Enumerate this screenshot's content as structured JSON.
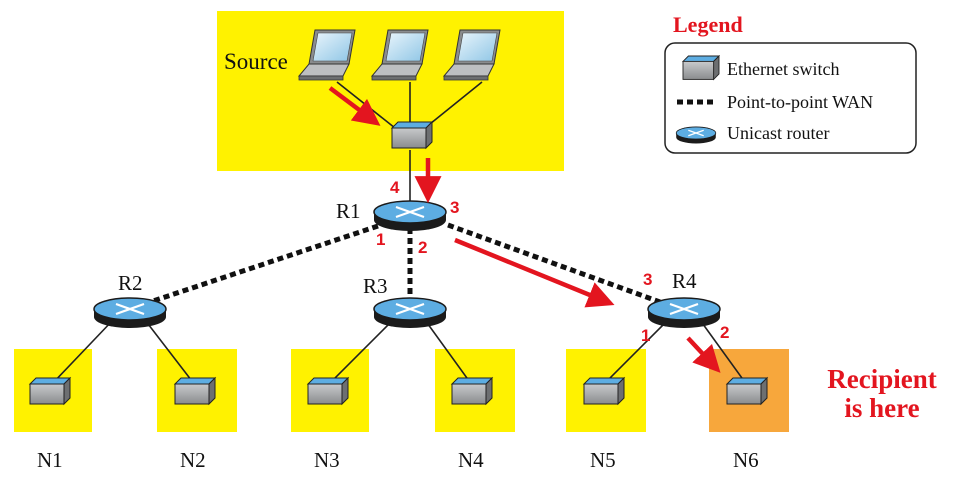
{
  "colors": {
    "network_bg": "#fff200",
    "recipient_bg": "#f7a73c",
    "arrow": "#e3151f",
    "switch_top": "#5dade2",
    "router_top": "#5dade2",
    "device_body": "#a7a9ac"
  },
  "source": {
    "label": "Source"
  },
  "routers": [
    {
      "id": "R1",
      "label": "R1"
    },
    {
      "id": "R2",
      "label": "R2"
    },
    {
      "id": "R3",
      "label": "R3"
    },
    {
      "id": "R4",
      "label": "R4"
    }
  ],
  "networks": [
    {
      "id": "N1",
      "label": "N1",
      "recipient": false
    },
    {
      "id": "N2",
      "label": "N2",
      "recipient": false
    },
    {
      "id": "N3",
      "label": "N3",
      "recipient": false
    },
    {
      "id": "N4",
      "label": "N4",
      "recipient": false
    },
    {
      "id": "N5",
      "label": "N5",
      "recipient": false
    },
    {
      "id": "N6",
      "label": "N6",
      "recipient": true
    }
  ],
  "ports": {
    "r1": [
      "1",
      "2",
      "3",
      "4"
    ],
    "r4": [
      "1",
      "2",
      "3"
    ]
  },
  "legend": {
    "title": "Legend",
    "items": [
      {
        "icon": "ethernet-switch-icon",
        "label": "Ethernet switch"
      },
      {
        "icon": "wan-link-icon",
        "label": "Point-to-point WAN"
      },
      {
        "icon": "unicast-router-icon",
        "label": "Unicast router"
      }
    ]
  },
  "recipient_note": {
    "line1": "Recipient",
    "line2": "is here"
  }
}
